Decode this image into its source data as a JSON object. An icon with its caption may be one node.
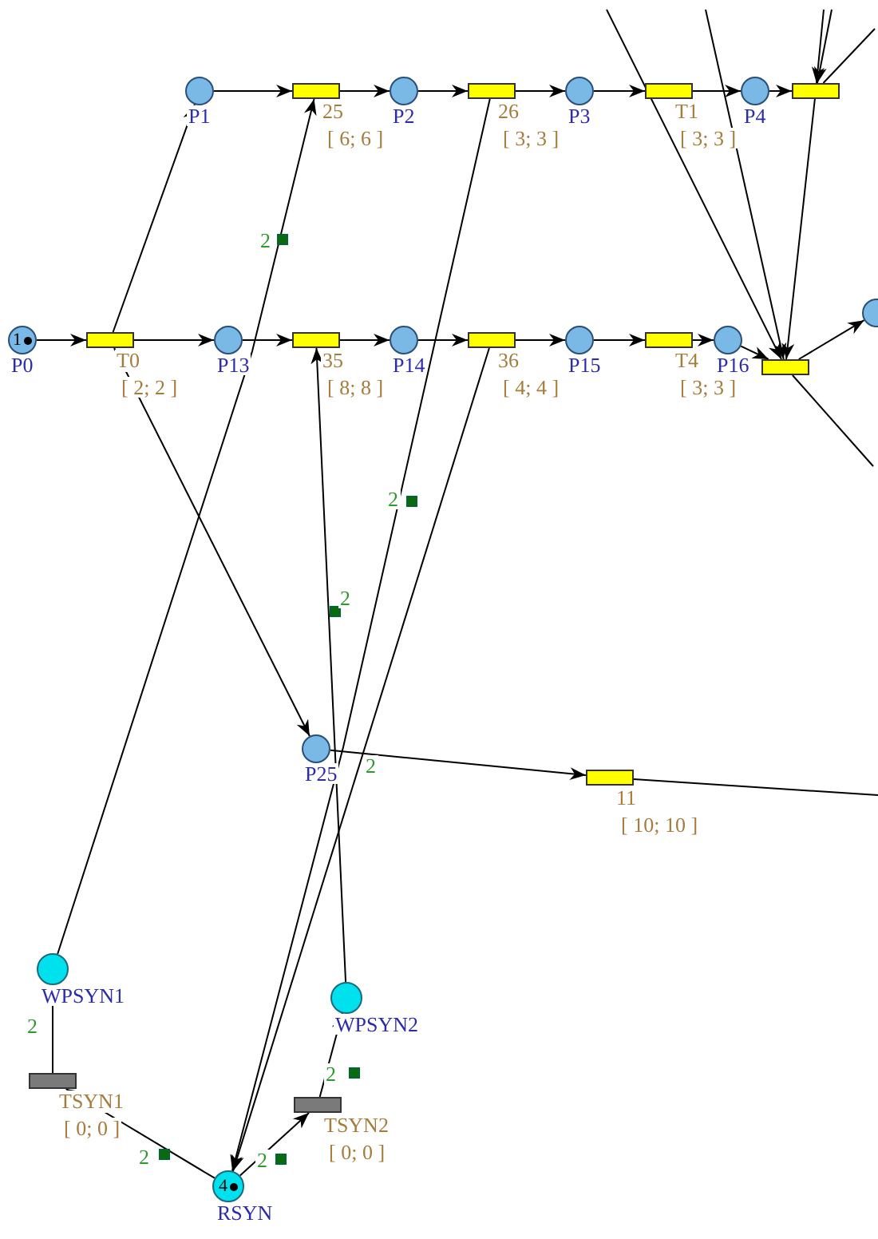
{
  "diagram": {
    "nodes": [
      {
        "text": [
          "P1"
        ]
      },
      {
        "text": [
          "25",
          "[ 6; 6 ]"
        ]
      },
      {
        "text": [
          "P2"
        ]
      },
      {
        "text": [
          "26",
          "[ 3; 3 ]"
        ]
      },
      {
        "text": [
          "P3"
        ]
      },
      {
        "text": [
          "T1",
          "[ 3; 3 ]"
        ]
      },
      {
        "text": [
          "P4"
        ]
      },
      {
        "text": [],
        "shape": "bar"
      },
      {
        "text": [
          "1",
          "P0"
        ]
      },
      {
        "text": [
          "T0",
          "[ 2; 2 ]"
        ]
      },
      {
        "text": [
          "P13"
        ]
      },
      {
        "text": [
          "35",
          "[ 8; 8 ]"
        ]
      },
      {
        "text": [
          "P14"
        ]
      },
      {
        "text": [
          "36",
          "[ 4; 4 ]"
        ]
      },
      {
        "text": [
          "P15"
        ]
      },
      {
        "text": [
          "T4",
          "[ 3; 3 ]"
        ]
      },
      {
        "text": [
          "P16"
        ]
      },
      {
        "text": [],
        "shape": "bar"
      },
      {
        "text": [],
        "shape": "circle"
      },
      {
        "text": [
          "P25"
        ]
      },
      {
        "text": [
          "11",
          "[ 10; 10 ]"
        ]
      },
      {
        "text": [
          "WPSYN1"
        ]
      },
      {
        "text": [
          "WPSYN2"
        ]
      },
      {
        "text": [
          "TSYN1",
          "[ 0; 0 ]"
        ]
      },
      {
        "text": [
          "TSYN2",
          "[ 0; 0 ]"
        ]
      },
      {
        "text": [
          "4",
          "RSYN"
        ]
      }
    ],
    "edges": [
      {
        "from": 8,
        "to": 9,
        "arrow": "to"
      },
      {
        "from": 9,
        "to": 10,
        "arrow": "to"
      },
      {
        "from": 10,
        "to": 11,
        "arrow": "to"
      },
      {
        "from": 11,
        "to": 12,
        "arrow": "to"
      },
      {
        "from": 12,
        "to": 13,
        "arrow": "to"
      },
      {
        "from": 13,
        "to": 14,
        "arrow": "to"
      },
      {
        "from": 14,
        "to": 15,
        "arrow": "to"
      },
      {
        "from": 15,
        "to": 16,
        "arrow": "to"
      },
      {
        "from": 16,
        "to": 17,
        "arrow": "to"
      },
      {
        "from": 17,
        "to": 18,
        "arrow": "to"
      },
      {
        "from": 9,
        "to": 0,
        "arrow": "to"
      },
      {
        "from": 9,
        "to": 19,
        "arrow": "to"
      },
      {
        "from": 0,
        "to": 1,
        "arrow": "to"
      },
      {
        "from": 1,
        "to": 2,
        "arrow": "to"
      },
      {
        "from": 2,
        "to": 3,
        "arrow": "to"
      },
      {
        "from": 3,
        "to": 4,
        "arrow": "to"
      },
      {
        "from": 4,
        "to": 5,
        "arrow": "to"
      },
      {
        "from": 5,
        "to": 6,
        "arrow": "to"
      },
      {
        "from": 6,
        "to": 7,
        "arrow": "to"
      },
      {
        "from": 21,
        "to": 1,
        "arrow": "to",
        "label": "2"
      },
      {
        "from": 22,
        "to": 11,
        "arrow": "to",
        "label": "2"
      },
      {
        "from": 3,
        "to": 25,
        "arrow": "to",
        "label": "2"
      },
      {
        "from": 13,
        "to": 25,
        "arrow": "to",
        "label": "2"
      },
      {
        "from": 25,
        "to": 23,
        "arrow": "to",
        "label": "2"
      },
      {
        "from": 23,
        "to": 21,
        "arrow": "to",
        "label": "2"
      },
      {
        "from": 25,
        "to": 24,
        "arrow": "to",
        "label": "2"
      },
      {
        "from": 24,
        "to": 22,
        "arrow": "to",
        "label": "2"
      },
      {
        "from": 19,
        "to": 20,
        "arrow": "to"
      },
      {
        "from": 20,
        "to": null,
        "arrow": "none"
      },
      {
        "from": null,
        "to": 17,
        "arrow": "to"
      },
      {
        "from": null,
        "to": 17,
        "arrow": "to"
      },
      {
        "from": null,
        "to": 7,
        "arrow": "to"
      },
      {
        "from": null,
        "to": 7,
        "arrow": "to"
      },
      {
        "from": null,
        "to": 7,
        "arrow": "none"
      },
      {
        "from": 7,
        "to": 17,
        "arrow": "to"
      },
      {
        "from": 17,
        "to": null,
        "arrow": "none"
      }
    ]
  }
}
